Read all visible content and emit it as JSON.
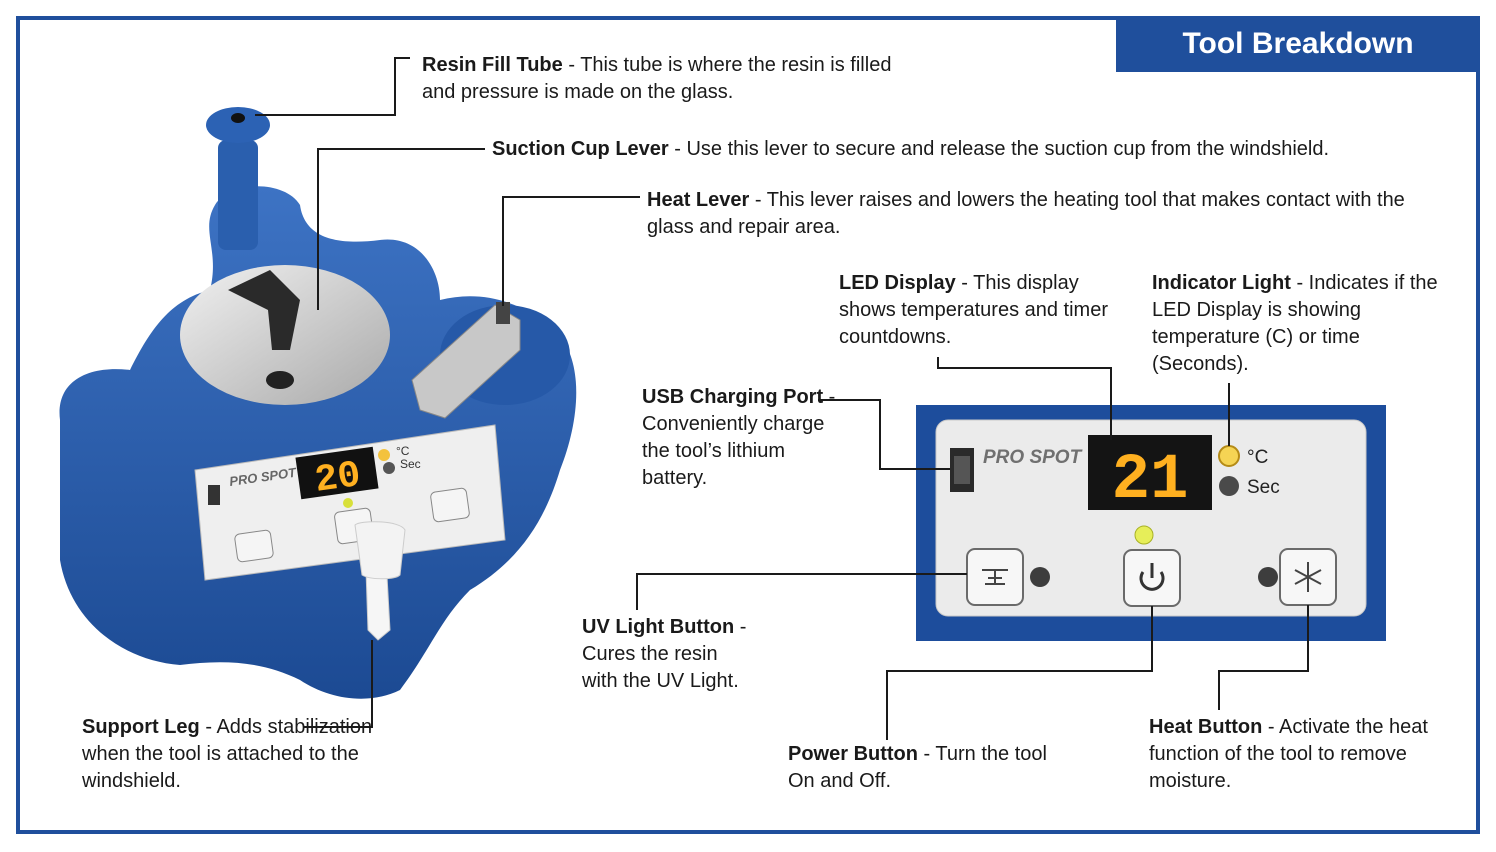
{
  "title": "Tool Breakdown",
  "device": {
    "brand": "PRO SPOT",
    "small_display": "20",
    "large_display": "21",
    "unit_celsius": "°C",
    "unit_seconds": "Sec"
  },
  "callouts": {
    "resin": {
      "name": "Resin Fill Tube",
      "desc": "This tube is where the resin is filled and pressure is made on the glass."
    },
    "suction": {
      "name": "Suction Cup Lever",
      "desc": "Use this lever to secure and release the suction cup from the windshield."
    },
    "heatlever": {
      "name": "Heat Lever",
      "desc": "This lever raises and lowers the heating tool that makes contact with the glass and repair area."
    },
    "led": {
      "name": "LED Display",
      "desc": "This display shows temperatures and timer countdowns."
    },
    "indicator": {
      "name": "Indicator Light",
      "desc": "Indicates if the LED Display is showing temperature (C) or time (Seconds)."
    },
    "usb": {
      "name": "USB Charging Port",
      "desc": "Conveniently charge the tool’s lithium battery."
    },
    "uv": {
      "name": "UV Light Button",
      "desc": "Cures the resin with the UV Light."
    },
    "power": {
      "name": "Power Button",
      "desc": "Turn the tool On and Off."
    },
    "heatbtn": {
      "name": "Heat Button",
      "desc": "Activate the heat function of the tool to remove moisture."
    },
    "support": {
      "name": "Support Leg",
      "desc": "Adds stabilization when the tool is attached to the windshield."
    }
  },
  "colors": {
    "brand_blue": "#1f4f9c",
    "tool_blue": "#2f62b0",
    "led_orange": "#ffb020"
  }
}
